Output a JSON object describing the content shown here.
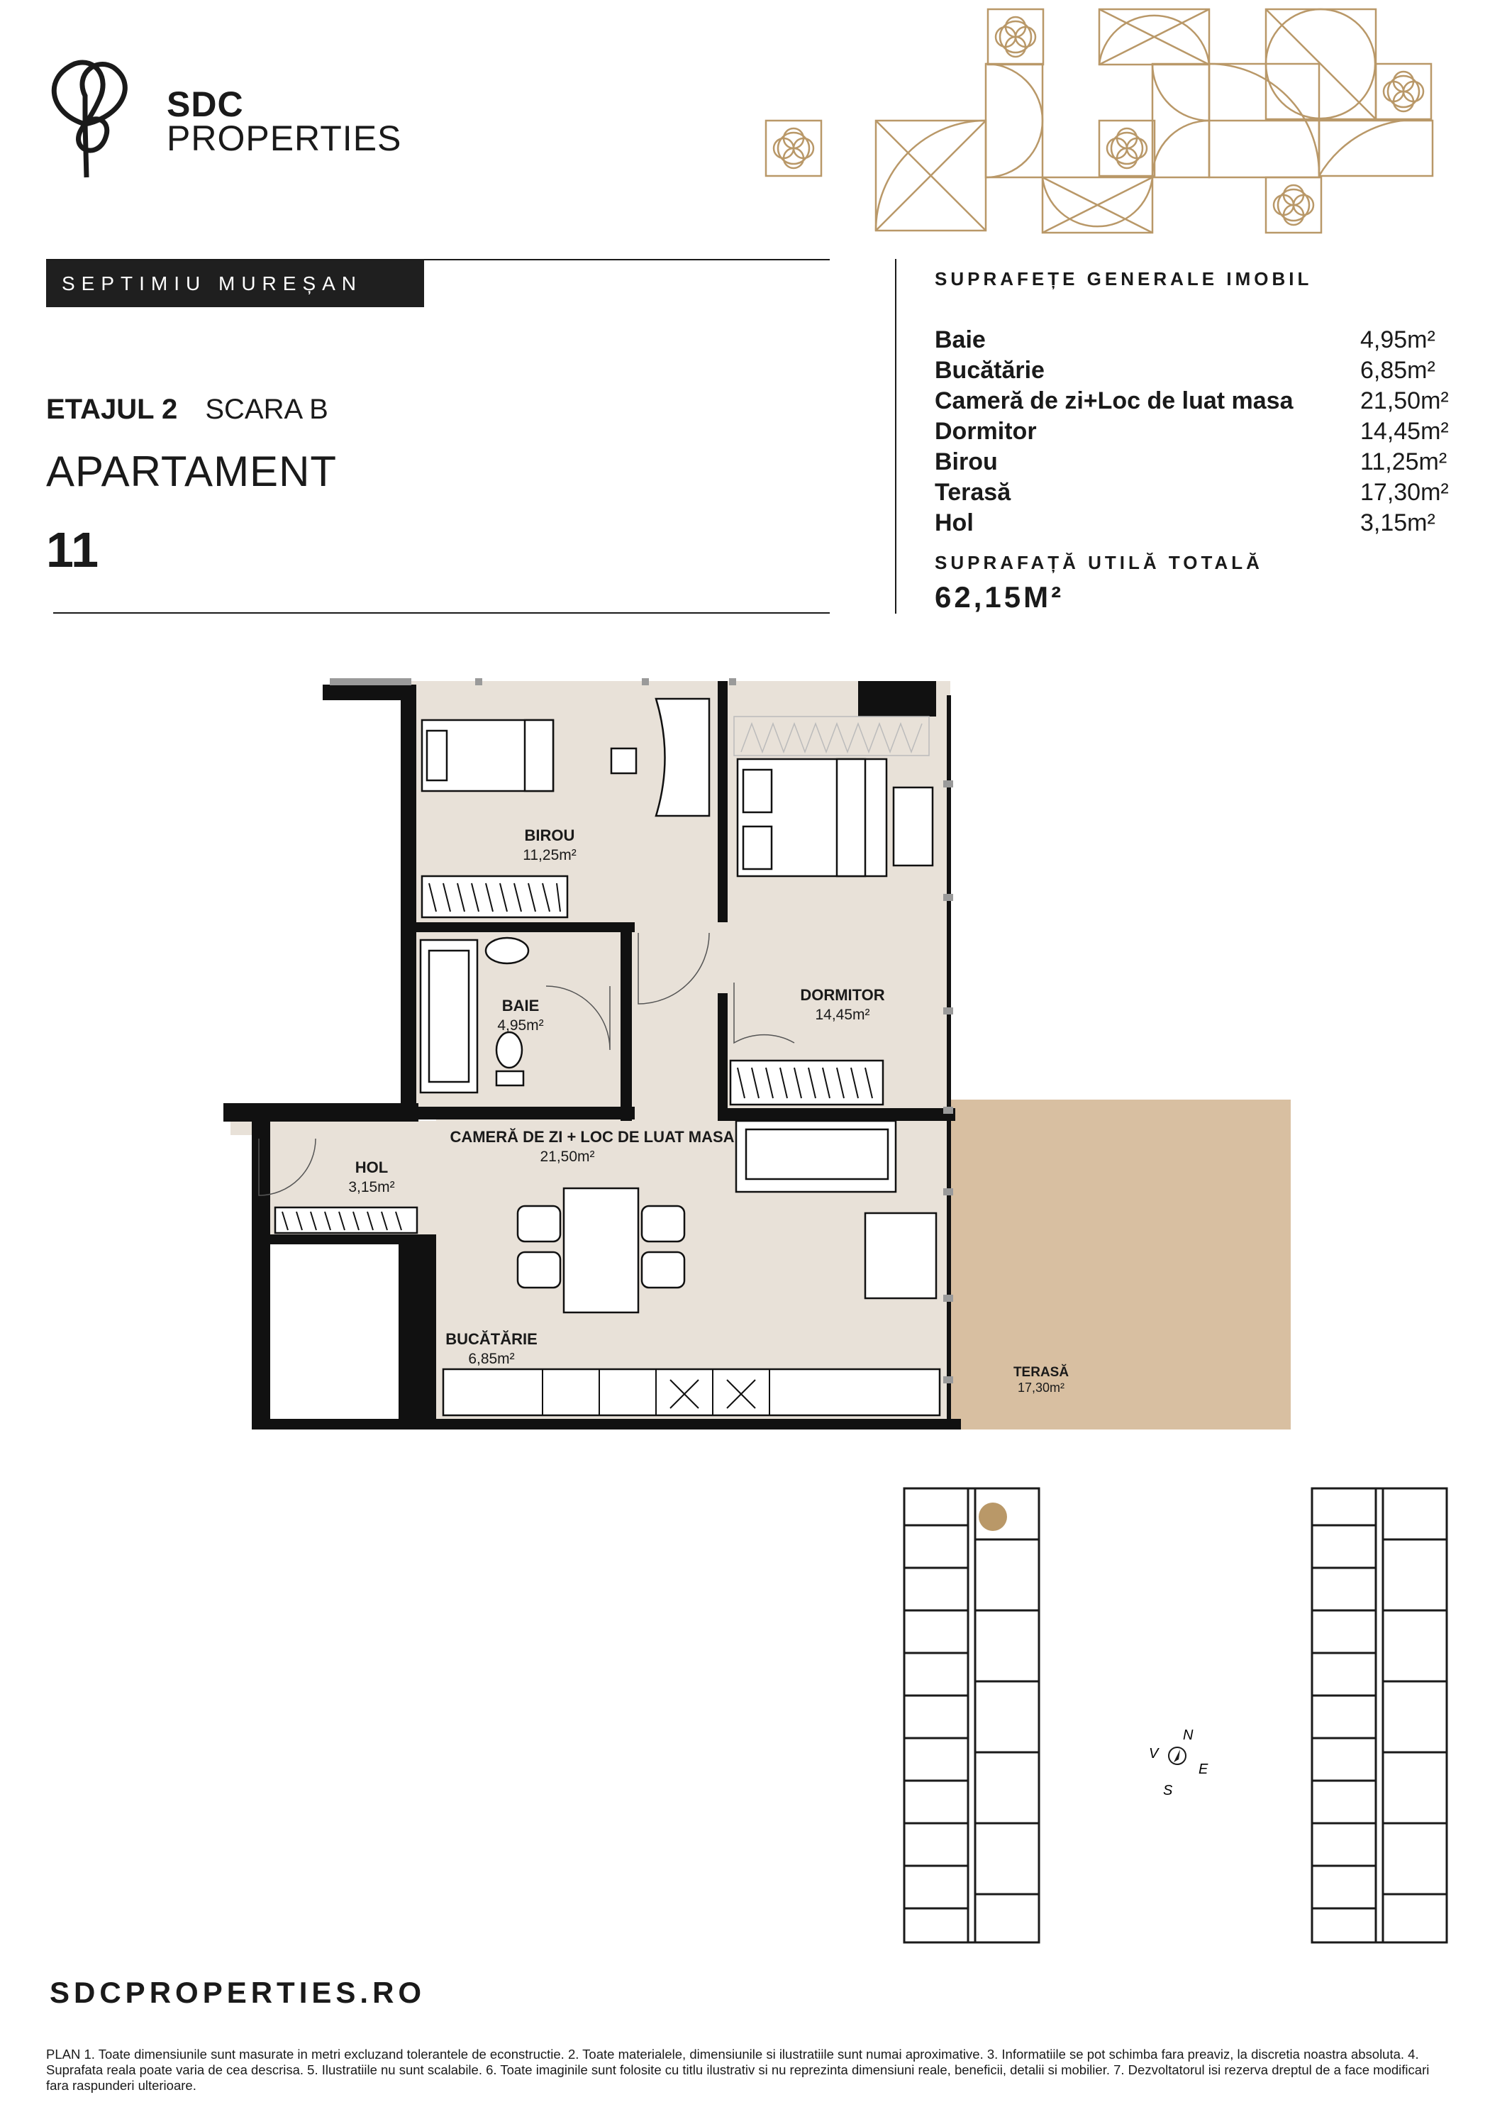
{
  "brand": {
    "name": "SDC",
    "subtitle": "PROPERTIES",
    "website": "SDCPROPERTIES.RO"
  },
  "project": {
    "tag": "SEPTIMIU MUREȘAN",
    "floor": "ETAJUL 2",
    "stair": "SCARA B",
    "apartment_label": "APARTAMENT",
    "apartment_number": "11"
  },
  "surfaces": {
    "title": "SUPRAFEȚE GENERALE IMOBIL",
    "rows": [
      {
        "name": "Baie",
        "value": "4,95m²"
      },
      {
        "name": "Bucătărie",
        "value": "6,85m²"
      },
      {
        "name": "Cameră de zi+Loc de luat masa",
        "value": "21,50m²"
      },
      {
        "name": "Dormitor",
        "value": "14,45m²"
      },
      {
        "name": "Birou",
        "value": "11,25m²"
      },
      {
        "name": "Terasă",
        "value": "17,30m²"
      },
      {
        "name": "Hol",
        "value": "3,15m²"
      }
    ],
    "total_label": "SUPRAFAȚĂ UTILĂ TOTALĂ",
    "total_value": "62,15M²"
  },
  "plan_rooms": {
    "birou": {
      "name": "BIROU",
      "area": "11,25m²"
    },
    "baie": {
      "name": "BAIE",
      "area": "4,95m²"
    },
    "dormitor": {
      "name": "DORMITOR",
      "area": "14,45m²"
    },
    "living": {
      "name": "CAMERĂ DE ZI + LOC DE LUAT MASA",
      "area": "21,50m²"
    },
    "hol": {
      "name": "HOL",
      "area": "3,15m²"
    },
    "bucatarie": {
      "name": "BUCĂTĂRIE",
      "area": "6,85m²"
    },
    "terasa": {
      "name": "TERASĂ",
      "area": "17,30m²"
    }
  },
  "compass": {
    "n": "N",
    "e": "E",
    "s": "S",
    "v": "V"
  },
  "disclaimer": "PLAN 1. Toate dimensiunile sunt masurate in metri excluzand tolerantele de econstructie. 2. Toate materialele, dimensiunile si ilustratiile sunt numai aproximative. 3. Informatiile se pot schimba fara preaviz, la discretia noastra absoluta. 4. Suprafata reala poate varia de cea descrisa. 5. Ilustratiile nu sunt scalabile. 6. Toate imaginile sunt folosite cu titlu ilustrativ si nu reprezinta dimensiuni reale, beneficii, detalii si mobilier. 7. Dezvoltatorul isi rezerva dreptul de a face modificari fara raspunderi ulterioare.",
  "colors": {
    "floor": "#e8e1d8",
    "terrace": "#d8bfa1",
    "gold": "#b99868",
    "ink": "#1a1a1a"
  }
}
